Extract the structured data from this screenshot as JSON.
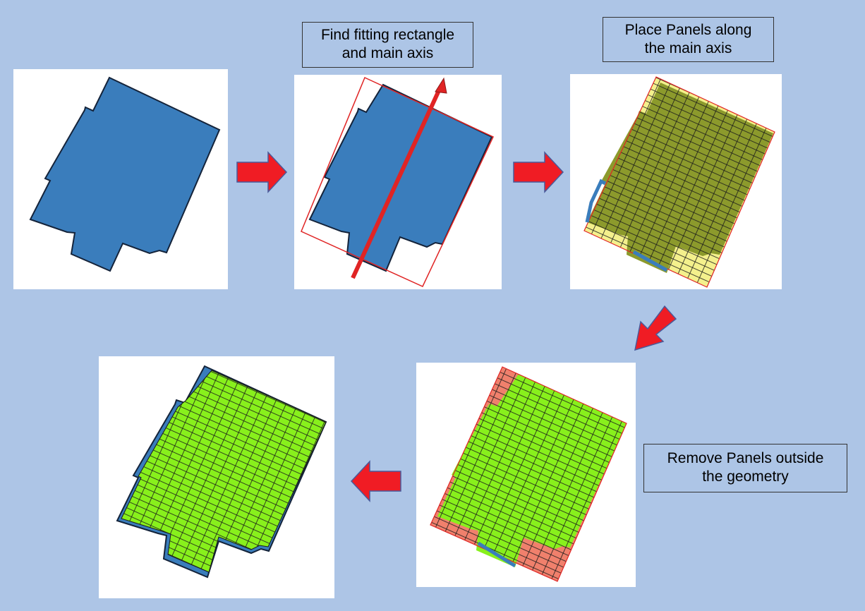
{
  "captions": {
    "step2": "Find fitting rectangle\nand main axis",
    "step3": "Place Panels along\nthe main axis",
    "step4": "Remove Panels outside\nthe geometry"
  },
  "colors": {
    "background": "#adc5e6",
    "building": "#3a7dbc",
    "outline": "#14233a",
    "fit_rectangle": "#e02424",
    "arrow": "#f01c24",
    "panel_candidate": "#8c9a2c",
    "panel_outside_light": "#f4f08c",
    "panel_kept": "#88f01c",
    "panel_removed": "#f0806c",
    "panel_grid": "#1a1a1a"
  }
}
